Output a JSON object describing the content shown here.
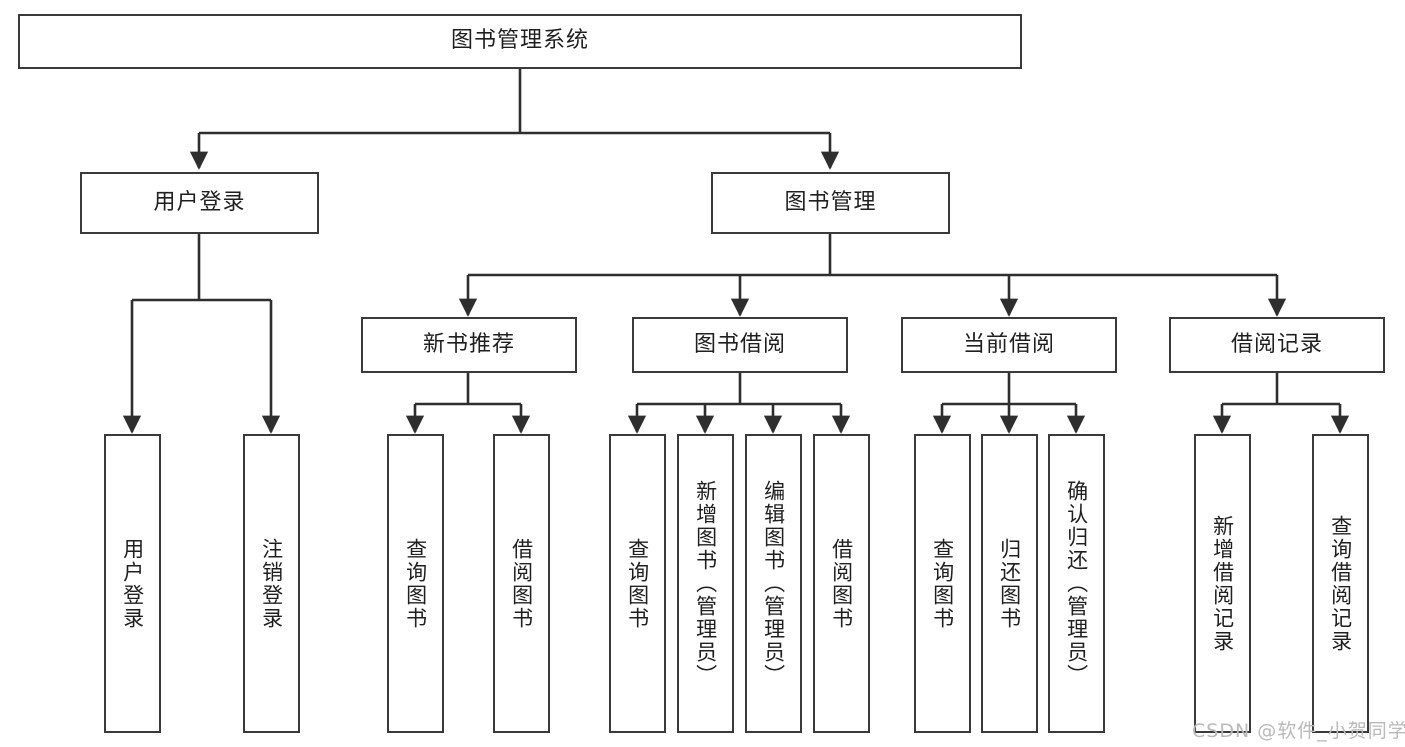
{
  "diagram": {
    "type": "tree-hierarchy",
    "title": "图书管理系统",
    "background_color": "#ffffff",
    "border_color": "#3a3a3a",
    "text_color": "#1f1f1f"
  },
  "nodes": {
    "root": {
      "label": "图书管理系统"
    },
    "level1": [
      {
        "id": "user-login",
        "label": "用户登录"
      },
      {
        "id": "book-manage",
        "label": "图书管理"
      }
    ],
    "level2": [
      {
        "id": "new-book-recommend",
        "label": "新书推荐"
      },
      {
        "id": "book-borrow",
        "label": "图书借阅"
      },
      {
        "id": "current-borrow",
        "label": "当前借阅"
      },
      {
        "id": "borrow-record",
        "label": "借阅记录"
      }
    ],
    "leaves": {
      "user_login": [
        {
          "id": "leaf-user-login",
          "label": "用户登录"
        },
        {
          "id": "leaf-logout-login",
          "label": "注销登录"
        }
      ],
      "new_book_recommend": [
        {
          "id": "leaf-query-book-1",
          "label": "查询图书"
        },
        {
          "id": "leaf-borrow-book-1",
          "label": "借阅图书"
        }
      ],
      "book_borrow": [
        {
          "id": "leaf-query-book-2",
          "label": "查询图书"
        },
        {
          "id": "leaf-add-book",
          "label": "新增图书（管理员）"
        },
        {
          "id": "leaf-edit-book",
          "label": "编辑图书（管理员）"
        },
        {
          "id": "leaf-borrow-book-2",
          "label": "借阅图书"
        }
      ],
      "current_borrow": [
        {
          "id": "leaf-query-book-3",
          "label": "查询图书"
        },
        {
          "id": "leaf-return-book",
          "label": "归还图书"
        },
        {
          "id": "leaf-confirm-return",
          "label": "确认归还（管理员）"
        }
      ],
      "borrow_record": [
        {
          "id": "leaf-add-borrow-record",
          "label": "新增借阅记录"
        },
        {
          "id": "leaf-query-borrow-record",
          "label": "查询借阅记录"
        }
      ]
    }
  },
  "watermark": {
    "text": "CSDN @软件_小贺同学",
    "color": "#b9b9b9"
  }
}
